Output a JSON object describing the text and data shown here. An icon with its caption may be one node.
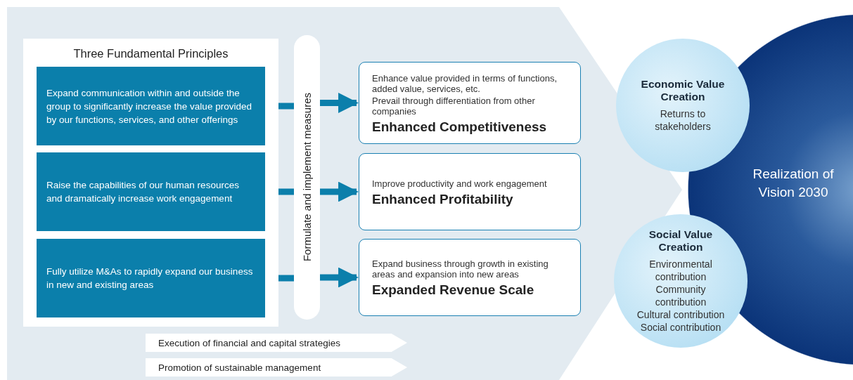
{
  "diagram": {
    "nodes": [
      {
        "text": [
          "Three Fundamental Principles"
        ]
      },
      {
        "text": [
          "Expand communication within and outside the group to significantly increase the value provided by our functions, services, and other offerings"
        ],
        "in": 0
      },
      {
        "text": [
          "Raise the capabilities of our human resources and dramatically increase work engagement"
        ],
        "in": 0
      },
      {
        "text": [
          "Fully utilize M&As to rapidly expand our business in new and existing areas"
        ],
        "in": 0
      },
      {
        "text": [
          "Formulate and implement measures"
        ]
      },
      {
        "text": [
          "Enhance value provided in terms of functions, added value, services, etc.",
          "Prevail through differentiation from other companies",
          "Enhanced Competitiveness"
        ]
      },
      {
        "text": [
          "Improve productivity and work engagement",
          "Enhanced Profitability"
        ]
      },
      {
        "text": [
          "Expand business through growth in existing areas and expansion into new areas",
          "Expanded Revenue Scale"
        ]
      },
      {
        "text": [
          "Execution of financial and capital strategies"
        ]
      },
      {
        "text": [
          "Promotion of sustainable management"
        ]
      },
      {
        "text": [
          "Economic Value Creation",
          "Returns to stakeholders"
        ]
      },
      {
        "text": [
          "Social Value Creation",
          "Environmental contribution",
          "Community contribution",
          "Cultural contribution",
          "Social contribution"
        ]
      },
      {
        "text": [
          "Realization of Vision 2030"
        ]
      }
    ],
    "edges": [
      {
        "from": 1,
        "to": 4,
        "arrow": "none"
      },
      {
        "from": 4,
        "to": 5,
        "arrow": "to"
      },
      {
        "from": 2,
        "to": 4,
        "arrow": "none"
      },
      {
        "from": 4,
        "to": 6,
        "arrow": "to"
      },
      {
        "from": 3,
        "to": 4,
        "arrow": "none"
      },
      {
        "from": 4,
        "to": 7,
        "arrow": "to"
      }
    ]
  }
}
